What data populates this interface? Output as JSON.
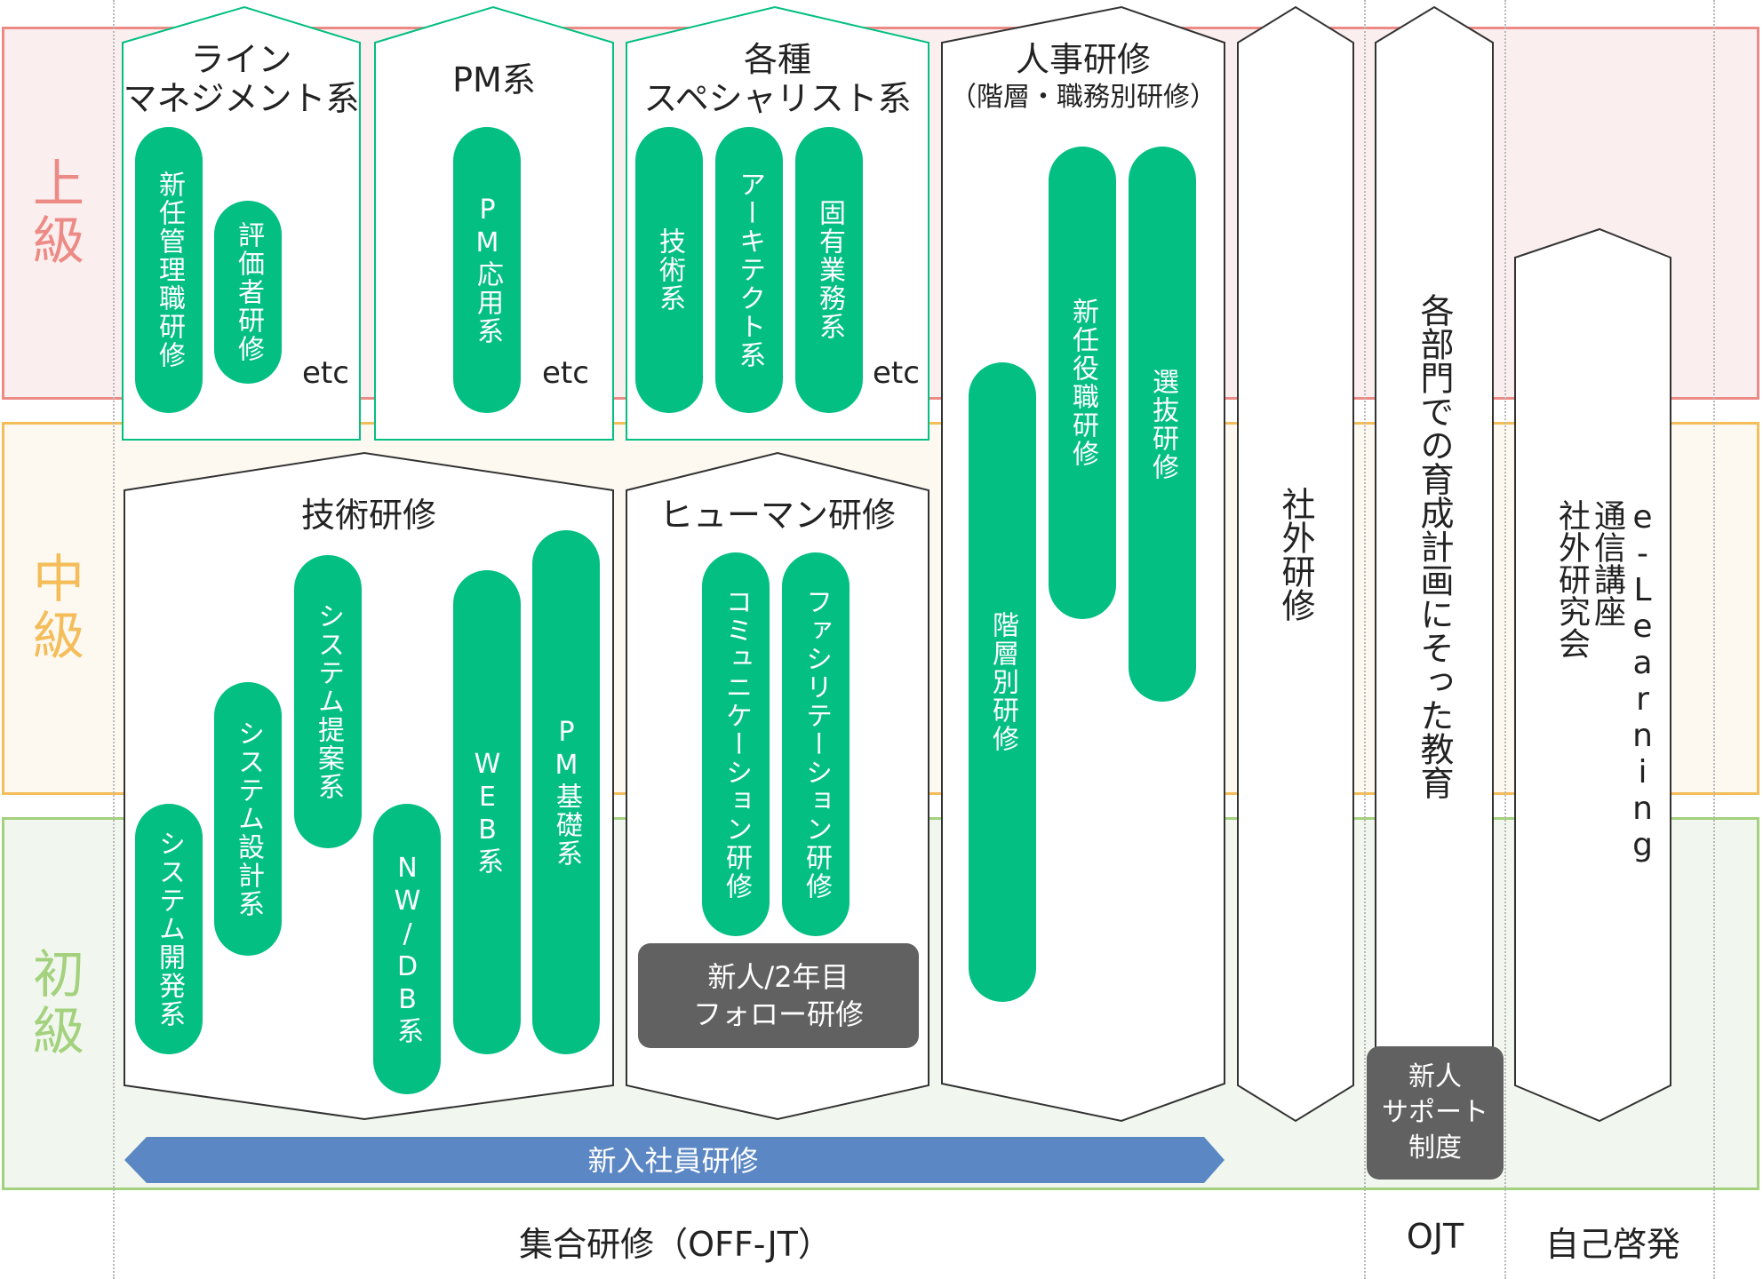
{
  "colors": {
    "green": "#03bf82",
    "advanced": "#ec8b86",
    "intermediate": "#f4bd5a",
    "beginner": "#a3d17e",
    "blue_arrow": "#5b87c4",
    "gray_box": "#616161"
  },
  "levels": {
    "advanced": "上級",
    "intermediate": "中級",
    "beginner": "初級"
  },
  "line_mgmt": {
    "title": "ライン\nマネジメント系",
    "items": [
      "新任管理職研修",
      "評価者研修"
    ],
    "etc": "etc"
  },
  "pm": {
    "title": "PM系",
    "items": [
      "PM応用系"
    ],
    "etc": "etc"
  },
  "specialist": {
    "title": "各種\nスペシャリスト系",
    "items": [
      "技術系",
      "アーキテクト系",
      "固有業務系"
    ],
    "etc": "etc"
  },
  "hr": {
    "title": "人事研修",
    "subtitle": "（階層・職務別研修）",
    "items": [
      "階層別研修",
      "新任役職研修",
      "選抜研修"
    ]
  },
  "tech": {
    "title": "技術研修",
    "items": [
      "システム開発系",
      "システム設計系",
      "システム提案系",
      "NW/DB系",
      "WEB系",
      "PM基礎系"
    ]
  },
  "human": {
    "title": "ヒューマン研修",
    "items": [
      "コミュニケーション研修",
      "ファシリテーション研修"
    ],
    "followup": "新人/2年目\nフォロー研修"
  },
  "external": {
    "label": "社外研修"
  },
  "ojt": {
    "label": "各部門での育成計画にそった教育",
    "support": "新人\nサポート\n制度"
  },
  "selfdev": {
    "label": "e-Learning\n通信講座\n社外研究会"
  },
  "newhire": {
    "label": "新入社員研修"
  },
  "footer": {
    "offjt": "集合研修（OFF-JT）",
    "ojt": "OJT",
    "selfdev": "自己啓発"
  }
}
